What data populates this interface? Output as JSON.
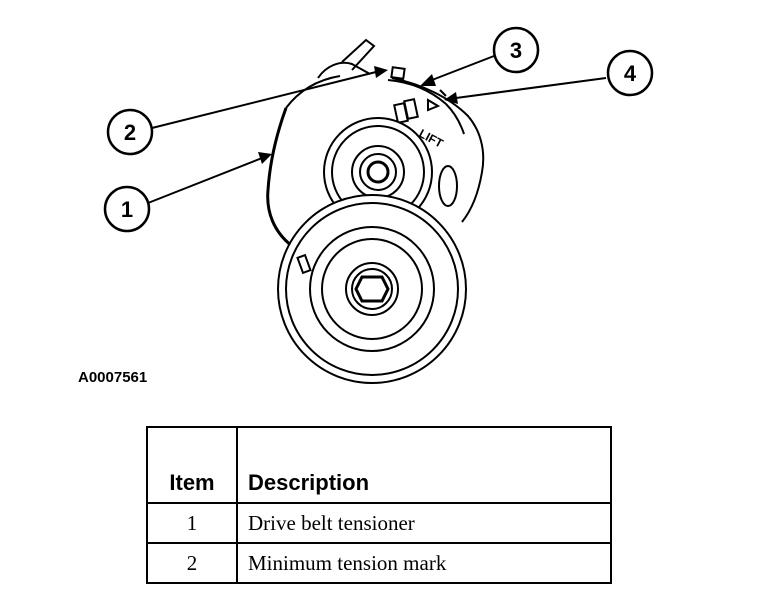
{
  "figure": {
    "id": "A0007561",
    "lift_label": "LIFT",
    "callouts": [
      "1",
      "2",
      "3",
      "4"
    ]
  },
  "legend": {
    "headers": {
      "item": "Item",
      "description": "Description"
    },
    "rows": [
      {
        "item": "1",
        "description": "Drive belt tensioner"
      },
      {
        "item": "2",
        "description": "Minimum tension mark"
      }
    ]
  },
  "colors": {
    "ink": "#000000",
    "background": "#ffffff"
  }
}
